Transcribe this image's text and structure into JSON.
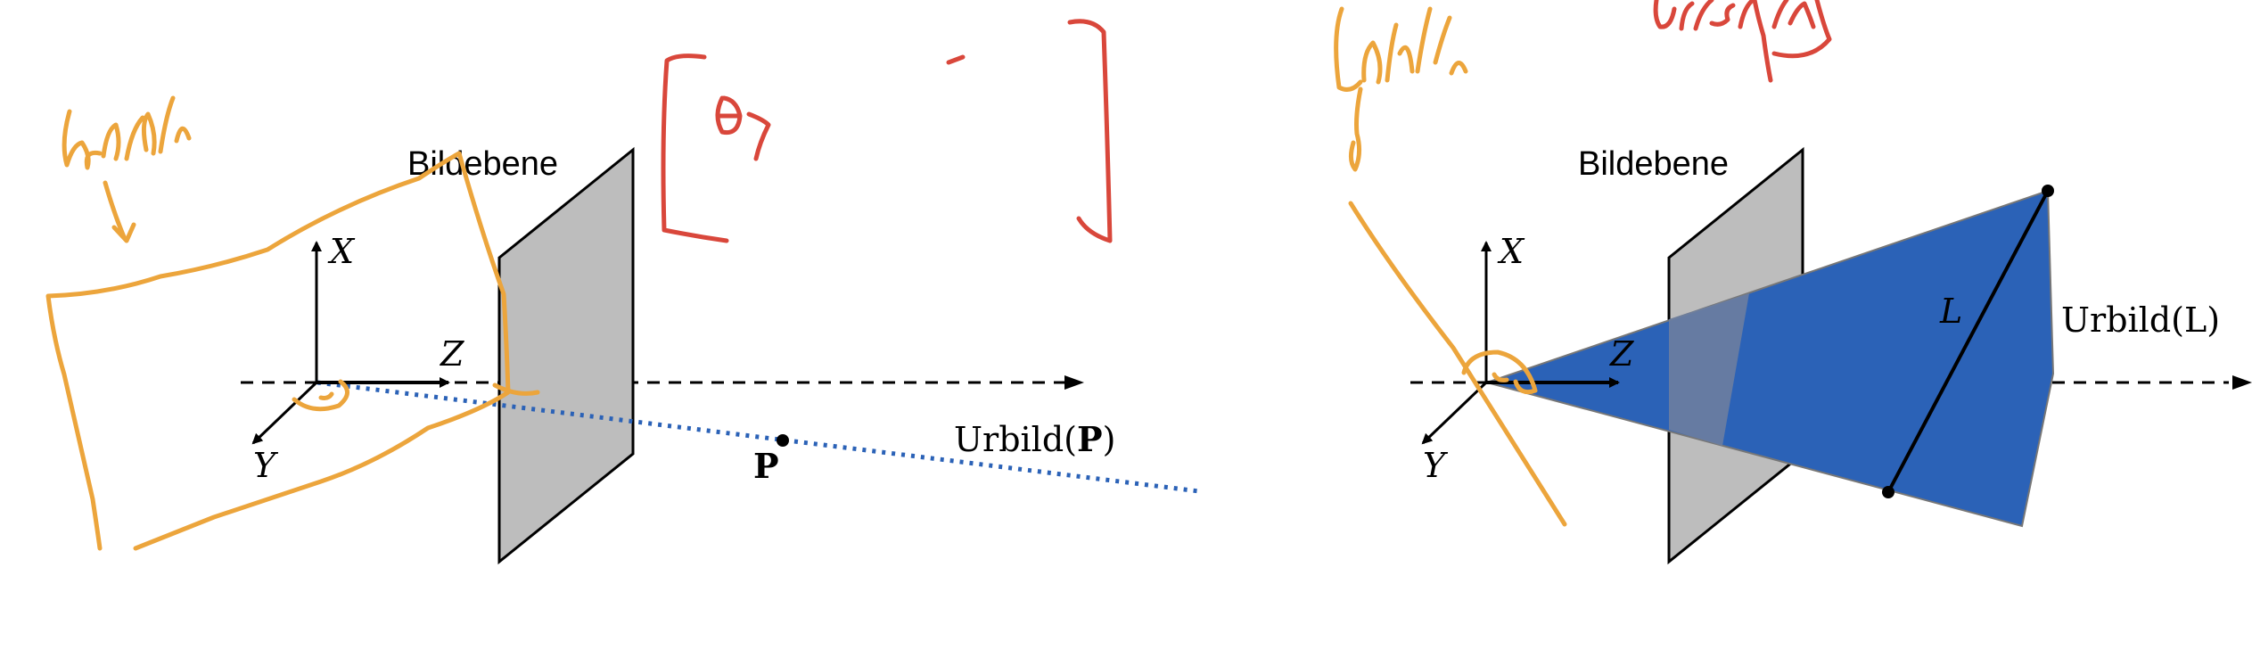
{
  "left_figure": {
    "plane_label": "Bildebene",
    "axis_x": "X",
    "axis_y": "Y",
    "axis_z": "Z",
    "point_label": "P",
    "ray_label_prefix": "Urbild(",
    "ray_label_bold": "P",
    "ray_label_suffix": ")"
  },
  "right_figure": {
    "plane_label": "Bildebene",
    "axis_x": "X",
    "axis_y": "Y",
    "axis_z": "Z",
    "line_label": "L",
    "wedge_label": "Urbild(L)"
  },
  "colors": {
    "ray_blue": "#2b62b7",
    "wedge_blue": "#2b62b7",
    "plane_gray": "#bdbdbd",
    "annotation_orange": "#eca53c",
    "annotation_red": "#d9473b"
  }
}
